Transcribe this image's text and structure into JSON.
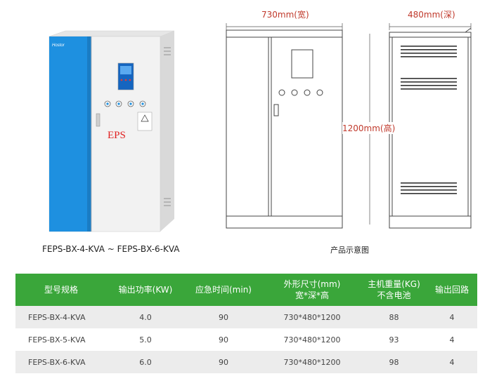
{
  "product_photo": {
    "brand_logo": "Hostor",
    "door_label": "EPS",
    "caption": "FEPS-BX-4-KVA ~ FEPS-BX-6-KVA"
  },
  "drawing": {
    "width_dim": "730mm(宽)",
    "depth_dim": "480mm(深)",
    "height_dim": "1200mm(高)",
    "caption": "产品示意图"
  },
  "spec_table": {
    "headers": [
      {
        "line1": "型号规格",
        "line2": ""
      },
      {
        "line1": "输出功率(KW)",
        "line2": ""
      },
      {
        "line1": "应急时间(min)",
        "line2": ""
      },
      {
        "line1": "外形尺寸(mm)",
        "line2": "宽*深*高"
      },
      {
        "line1": "主机重量(KG)",
        "line2": "不含电池"
      },
      {
        "line1": "输出回路",
        "line2": ""
      }
    ],
    "rows": [
      [
        "FEPS-BX-4-KVA",
        "4.0",
        "90",
        "730*480*1200",
        "88",
        "4"
      ],
      [
        "FEPS-BX-5-KVA",
        "5.0",
        "90",
        "730*480*1200",
        "93",
        "4"
      ],
      [
        "FEPS-BX-6-KVA",
        "6.0",
        "90",
        "730*480*1200",
        "98",
        "4"
      ]
    ]
  },
  "colors": {
    "header_green": "#3aa63a",
    "door_blue": "#1e90e0",
    "eps_red": "#e02020",
    "dim_red": "#c0392b"
  }
}
